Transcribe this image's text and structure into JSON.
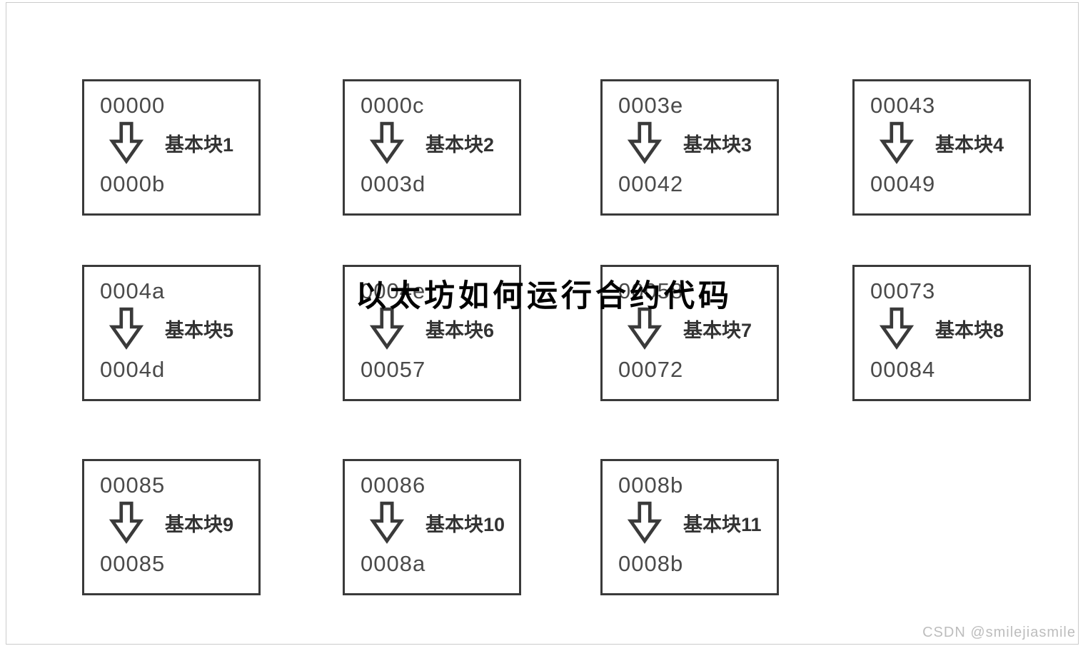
{
  "page": {
    "title": "以太坊如何运行合约代码",
    "watermark": "CSDN @smilejiasmile"
  },
  "colors": {
    "block_border": "#3a3a3a",
    "address_text": "#4a4a4a",
    "label_text": "#333333",
    "title_text": "#000000",
    "watermark_text": "#bdbdbd",
    "frame_border": "#cbcbcb"
  },
  "icons": {
    "arrow": "down-arrow-icon"
  },
  "blocks": [
    {
      "label": "基本块1",
      "start": "00000",
      "end": "0000b"
    },
    {
      "label": "基本块2",
      "start": "0000c",
      "end": "0003d"
    },
    {
      "label": "基本块3",
      "start": "0003e",
      "end": "00042"
    },
    {
      "label": "基本块4",
      "start": "00043",
      "end": "00049"
    },
    {
      "label": "基本块5",
      "start": "0004a",
      "end": "0004d"
    },
    {
      "label": "基本块6",
      "start": "0004e",
      "end": "00057"
    },
    {
      "label": "基本块7",
      "start": "00058",
      "end": "00072"
    },
    {
      "label": "基本块8",
      "start": "00073",
      "end": "00084"
    },
    {
      "label": "基本块9",
      "start": "00085",
      "end": "00085"
    },
    {
      "label": "基本块10",
      "start": "00086",
      "end": "0008a"
    },
    {
      "label": "基本块11",
      "start": "0008b",
      "end": "0008b"
    }
  ]
}
